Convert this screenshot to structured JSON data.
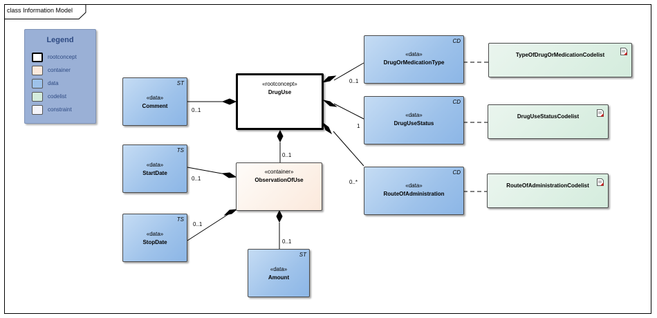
{
  "diagram": {
    "frame_title": "class Information Model"
  },
  "legend": {
    "title": "Legend",
    "items": [
      {
        "label": "rootconcept",
        "color": "#ffffff"
      },
      {
        "label": "container",
        "color": "#fbe9dc"
      },
      {
        "label": "data",
        "color": "#9ec2ea"
      },
      {
        "label": "codelist",
        "color": "#d4ecdd"
      },
      {
        "label": "constraint",
        "color": "#f4f4fa"
      }
    ]
  },
  "classes": {
    "comment": {
      "stereotype": "«data»",
      "name": "Comment",
      "type": "ST"
    },
    "drug_use": {
      "stereotype": "«rootconcept»",
      "name": "DrugUse"
    },
    "start_date": {
      "stereotype": "«data»",
      "name": "StartDate",
      "type": "TS"
    },
    "stop_date": {
      "stereotype": "«data»",
      "name": "StopDate",
      "type": "TS"
    },
    "observation_of_use": {
      "stereotype": "«container»",
      "name": "ObservationOfUse"
    },
    "amount": {
      "stereotype": "«data»",
      "name": "Amount",
      "type": "ST"
    },
    "drug_or_medication_type": {
      "stereotype": "«data»",
      "name": "DrugOrMedicationType",
      "type": "CD"
    },
    "drug_use_status": {
      "stereotype": "«data»",
      "name": "DrugUseStatus",
      "type": "CD"
    },
    "route_of_administration": {
      "stereotype": "«data»",
      "name": "RouteOfAdministration",
      "type": "CD"
    }
  },
  "codelists": {
    "type_of_drug": {
      "name": "TypeOfDrugOrMedicationCodelist"
    },
    "drug_use_status": {
      "name": "DrugUseStatusCodelist"
    },
    "route_of_administration": {
      "name": "RouteOfAdministrationCodelist"
    }
  },
  "multiplicities": {
    "comment": "0..1",
    "observation_of_use": "0..1",
    "start_date": "0..1",
    "stop_date": "0..1",
    "amount": "0..1",
    "drug_or_medication_type": "0..1",
    "drug_use_status": "1",
    "route_of_administration": "0..*"
  }
}
